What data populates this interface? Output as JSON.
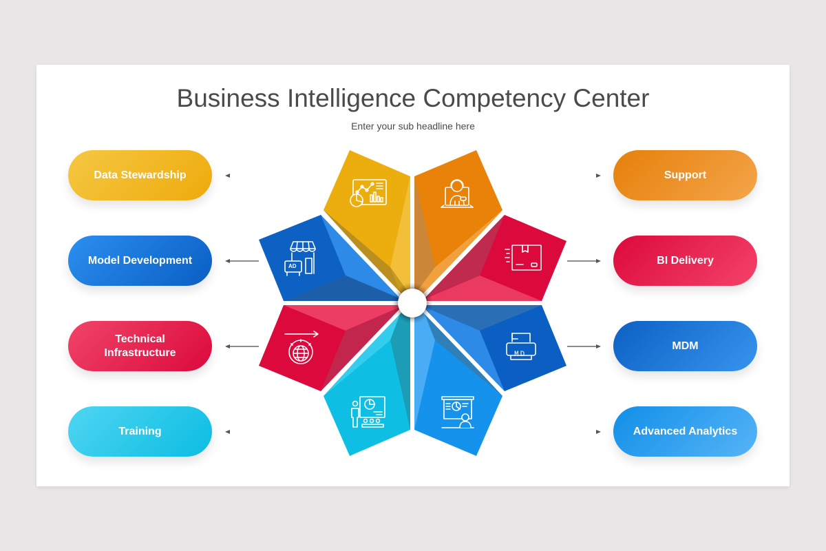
{
  "slide": {
    "title": "Business Intelligence Competency Center",
    "subtitle": "Enter your sub headline here"
  },
  "left_items": [
    {
      "label": "Data Stewardship",
      "color_start": "#f5c842",
      "color_end": "#eeaa0c",
      "icon": "analytics-dashboard-icon",
      "petal_color": "#ecae0f"
    },
    {
      "label": "Model Development",
      "color_start": "#2b8ff0",
      "color_end": "#0a5ec2",
      "icon": "storefront-ad-icon",
      "petal_color": "#0d61c2"
    },
    {
      "label": "Technical\nInfrastructure",
      "color_start": "#f04468",
      "color_end": "#db0a3c",
      "icon": "global-network-gear-icon",
      "petal_color": "#dc0a3c"
    },
    {
      "label": "Training",
      "color_start": "#4fd5f2",
      "color_end": "#0bbde2",
      "icon": "presentation-training-icon",
      "petal_color": "#0fbfe3"
    }
  ],
  "right_items": [
    {
      "label": "Support",
      "color_start": "#e6800a",
      "color_end": "#f3a54a",
      "icon": "customer-support-agent-icon",
      "petal_color": "#e98209"
    },
    {
      "label": "BI Delivery",
      "color_start": "#dc0a3c",
      "color_end": "#f3426a",
      "icon": "fast-delivery-box-icon",
      "petal_color": "#dc0a3c"
    },
    {
      "label": "MDM",
      "color_start": "#0c60c3",
      "color_end": "#3794ee",
      "icon": "markdown-file-icon",
      "petal_color": "#0b5fc2"
    },
    {
      "label": "Advanced Analytics",
      "color_start": "#118fe8",
      "color_end": "#56b4f6",
      "icon": "presentation-board-icon",
      "petal_color": "#1593ec"
    }
  ]
}
